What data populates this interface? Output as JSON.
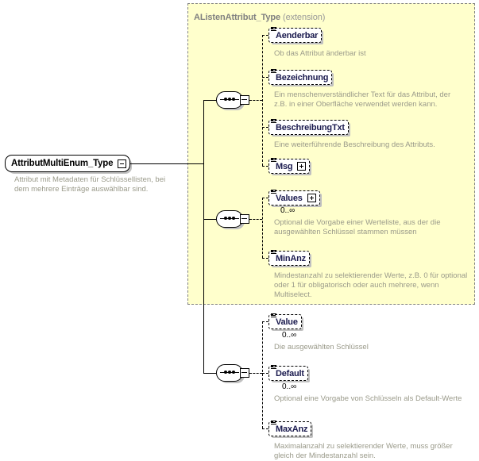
{
  "diagram": {
    "kind": "xml-schema-element-diagram",
    "root": {
      "name": "AttributMultiEnum_Type",
      "expander": "minus-box",
      "description": "Attribut mit Metadaten für Schlüssellisten, bei dem mehrere Einträge auswählbar sind."
    },
    "extension_group": {
      "title": "AListenAttribut_Type",
      "kind_label": "(extension)"
    },
    "compositors": [
      {
        "name": "sequence-compositor-1",
        "symbol": "sequence"
      },
      {
        "name": "sequence-compositor-2",
        "symbol": "sequence"
      },
      {
        "name": "sequence-compositor-3",
        "symbol": "sequence"
      }
    ],
    "nodes": [
      {
        "id": "aenderbar",
        "label": "Aenderbar",
        "cardinality": "",
        "expander": "",
        "description": "Ob das Attribut änderbar ist"
      },
      {
        "id": "bezeichnung",
        "label": "Bezeichnung",
        "cardinality": "",
        "expander": "",
        "description": "Ein menschenverständlicher Text für das Attribut, der z.B. in einer Oberfläche verwendet werden kann."
      },
      {
        "id": "beschreibungtxt",
        "label": "BeschreibungTxt",
        "cardinality": "",
        "expander": "",
        "description": "Eine weiterführende Beschreibung des Attributs."
      },
      {
        "id": "msg",
        "label": "Msg",
        "cardinality": "",
        "expander": "plus-box",
        "description": ""
      },
      {
        "id": "values",
        "label": "Values",
        "cardinality": "0..∞",
        "expander": "plus-box",
        "description": "Optional die Vorgabe einer Werteliste, aus der die ausgewählten Schlüssel stammen müssen"
      },
      {
        "id": "minanz",
        "label": "MinAnz",
        "cardinality": "",
        "expander": "",
        "description": "Mindestanzahl zu selektierender Werte, z.B. 0 für optional oder 1 für obligatorisch oder auch mehrere, wenn Multiselect."
      },
      {
        "id": "value",
        "label": "Value",
        "cardinality": "0..∞",
        "expander": "",
        "description": "Die ausgewählten Schlüssel"
      },
      {
        "id": "default",
        "label": "Default",
        "cardinality": "0..∞",
        "expander": "",
        "description": "Optional eine Vorgabe von Schlüsseln als Default-Werte"
      },
      {
        "id": "maxanz",
        "label": "MaxAnz",
        "cardinality": "",
        "expander": "",
        "description": "Maximalanzahl zu selektierender Werte, muss größer gleich der Mindestanzahl sein."
      }
    ],
    "colors": {
      "extension_background": "#ffffcc",
      "extension_border": "#808080",
      "node_label": "#1a1a4e",
      "description_text": "#9a9a8a",
      "line": "#000000",
      "shadow": "#c0c0c0"
    }
  }
}
